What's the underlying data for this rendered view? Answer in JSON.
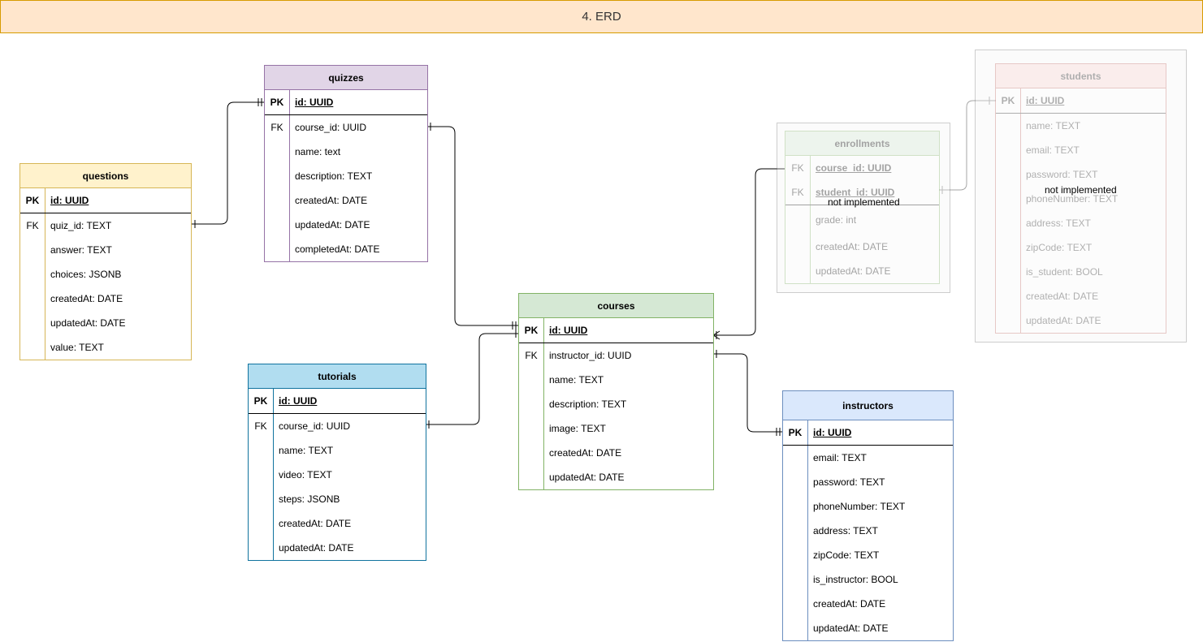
{
  "title": "4. ERD",
  "colors": {
    "questions": {
      "fill": "#fff2cc",
      "stroke": "#d6b656"
    },
    "quizzes": {
      "fill": "#e1d5e7",
      "stroke": "#9673a6"
    },
    "tutorials": {
      "fill": "#b1ddf0",
      "stroke": "#10739e"
    },
    "courses": {
      "fill": "#d5e8d4",
      "stroke": "#82b366"
    },
    "instructors": {
      "fill": "#dae8fc",
      "stroke": "#6c8ebf"
    },
    "enrollments": {
      "fill": "#d5e8d4",
      "stroke": "#82b366"
    },
    "students": {
      "fill": "#f8cecc",
      "stroke": "#b85450"
    }
  },
  "entities": {
    "questions": {
      "name": "questions",
      "rows": [
        {
          "key": "PK",
          "field": "id: UUID"
        },
        {
          "key": "FK",
          "field": "quiz_id: TEXT"
        },
        {
          "key": "",
          "field": "answer: TEXT"
        },
        {
          "key": "",
          "field": "choices: JSONB"
        },
        {
          "key": "",
          "field": "createdAt: DATE"
        },
        {
          "key": "",
          "field": "updatedAt: DATE"
        },
        {
          "key": "",
          "field": "value: TEXT"
        }
      ]
    },
    "quizzes": {
      "name": "quizzes",
      "rows": [
        {
          "key": "PK",
          "field": "id: UUID"
        },
        {
          "key": "FK",
          "field": "course_id: UUID"
        },
        {
          "key": "",
          "field": "name: text"
        },
        {
          "key": "",
          "field": "description: TEXT"
        },
        {
          "key": "",
          "field": "createdAt: DATE"
        },
        {
          "key": "",
          "field": "updatedAt: DATE"
        },
        {
          "key": "",
          "field": "completedAt: DATE"
        }
      ]
    },
    "tutorials": {
      "name": "tutorials",
      "rows": [
        {
          "key": "PK",
          "field": "id: UUID"
        },
        {
          "key": "FK",
          "field": "course_id: UUID"
        },
        {
          "key": "",
          "field": "name: TEXT"
        },
        {
          "key": "",
          "field": "video: TEXT"
        },
        {
          "key": "",
          "field": "steps: JSONB"
        },
        {
          "key": "",
          "field": "createdAt: DATE"
        },
        {
          "key": "",
          "field": "updatedAt: DATE"
        }
      ]
    },
    "courses": {
      "name": "courses",
      "rows": [
        {
          "key": "PK",
          "field": "id: UUID"
        },
        {
          "key": "FK",
          "field": "instructor_id: UUID"
        },
        {
          "key": "",
          "field": "name: TEXT"
        },
        {
          "key": "",
          "field": "description: TEXT"
        },
        {
          "key": "",
          "field": "image: TEXT"
        },
        {
          "key": "",
          "field": "createdAt: DATE"
        },
        {
          "key": "",
          "field": "updatedAt: DATE"
        }
      ]
    },
    "instructors": {
      "name": "instructors",
      "rows": [
        {
          "key": "PK",
          "field": "id: UUID"
        },
        {
          "key": "",
          "field": "email: TEXT"
        },
        {
          "key": "",
          "field": "password: TEXT"
        },
        {
          "key": "",
          "field": "phoneNumber: TEXT"
        },
        {
          "key": "",
          "field": "address: TEXT"
        },
        {
          "key": "",
          "field": "zipCode: TEXT"
        },
        {
          "key": "",
          "field": "is_instructor: BOOL"
        },
        {
          "key": "",
          "field": "createdAt: DATE"
        },
        {
          "key": "",
          "field": "updatedAt: DATE"
        }
      ]
    },
    "enrollments": {
      "name": "enrollments",
      "note": "not implemented",
      "rows": [
        {
          "key": "FK",
          "field": "course_id: UUID"
        },
        {
          "key": "FK",
          "field": "student_id: UUID"
        },
        {
          "key": "",
          "field": "grade: int"
        },
        {
          "key": "",
          "field": "createdAt: DATE"
        },
        {
          "key": "",
          "field": "updatedAt: DATE"
        }
      ]
    },
    "students": {
      "name": "students",
      "note": "not implemented",
      "rows": [
        {
          "key": "PK",
          "field": "id: UUID"
        },
        {
          "key": "",
          "field": "name: TEXT"
        },
        {
          "key": "",
          "field": "email: TEXT"
        },
        {
          "key": "",
          "field": "password: TEXT"
        },
        {
          "key": "",
          "field": "phoneNumber: TEXT"
        },
        {
          "key": "",
          "field": "address: TEXT"
        },
        {
          "key": "",
          "field": "zipCode: TEXT"
        },
        {
          "key": "",
          "field": "is_student: BOOL"
        },
        {
          "key": "",
          "field": "createdAt: DATE"
        },
        {
          "key": "",
          "field": "updatedAt: DATE"
        }
      ]
    }
  },
  "relationships": [
    {
      "from": "questions.quiz_id",
      "to": "quizzes.id"
    },
    {
      "from": "quizzes.course_id",
      "to": "courses.id"
    },
    {
      "from": "tutorials.course_id",
      "to": "courses.id"
    },
    {
      "from": "courses.instructor_id",
      "to": "instructors.id"
    },
    {
      "from": "enrollments.course_id",
      "to": "courses.id"
    },
    {
      "from": "enrollments.student_id",
      "to": "students.id"
    }
  ]
}
